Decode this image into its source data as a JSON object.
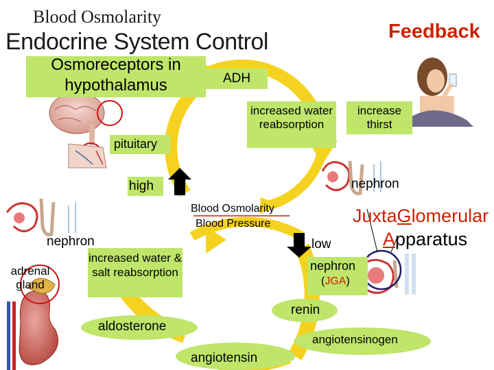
{
  "header": {
    "subtitle": "Blood Osmolarity",
    "title": "Endocrine System Control",
    "feedback_label": "Feedback"
  },
  "labels": {
    "osmoreceptors": "Osmoreceptors in hypothalamus",
    "adh": "ADH",
    "increased_water_reabsorption": "increased water reabsorption",
    "increase_thirst": "increase thirst",
    "pituitary": "pituitary",
    "nephron_top": "nephron",
    "high": "high",
    "blood_osmolarity": "Blood Osmolarity",
    "blood_pressure": "Blood Pressure",
    "low": "low",
    "nephron_left": "nephron",
    "adrenal_gland": "adrenal gland",
    "increased_water_salt": "increased water & salt reabsorption",
    "jga_title_part1": "Juxta",
    "jga_title_g": "G",
    "jga_title_part2": "lomerular",
    "jga_title_a": "A",
    "jga_title_part3": "pparatus",
    "nephron_jga": "nephron",
    "jga_paren_open": "(",
    "jga_abbrev": "JGA",
    "jga_paren_close": ")",
    "renin": "renin",
    "aldosterone": "aldosterone",
    "angiotensinogen": "angiotensinogen",
    "angiotensin": "angiotensin"
  },
  "colors": {
    "accent_red": "#cc2200",
    "label_green": "#bfe56a",
    "arrow_yellow": "#f5d21f",
    "body_text": "#000000",
    "title_text": "#1a1a1a"
  }
}
